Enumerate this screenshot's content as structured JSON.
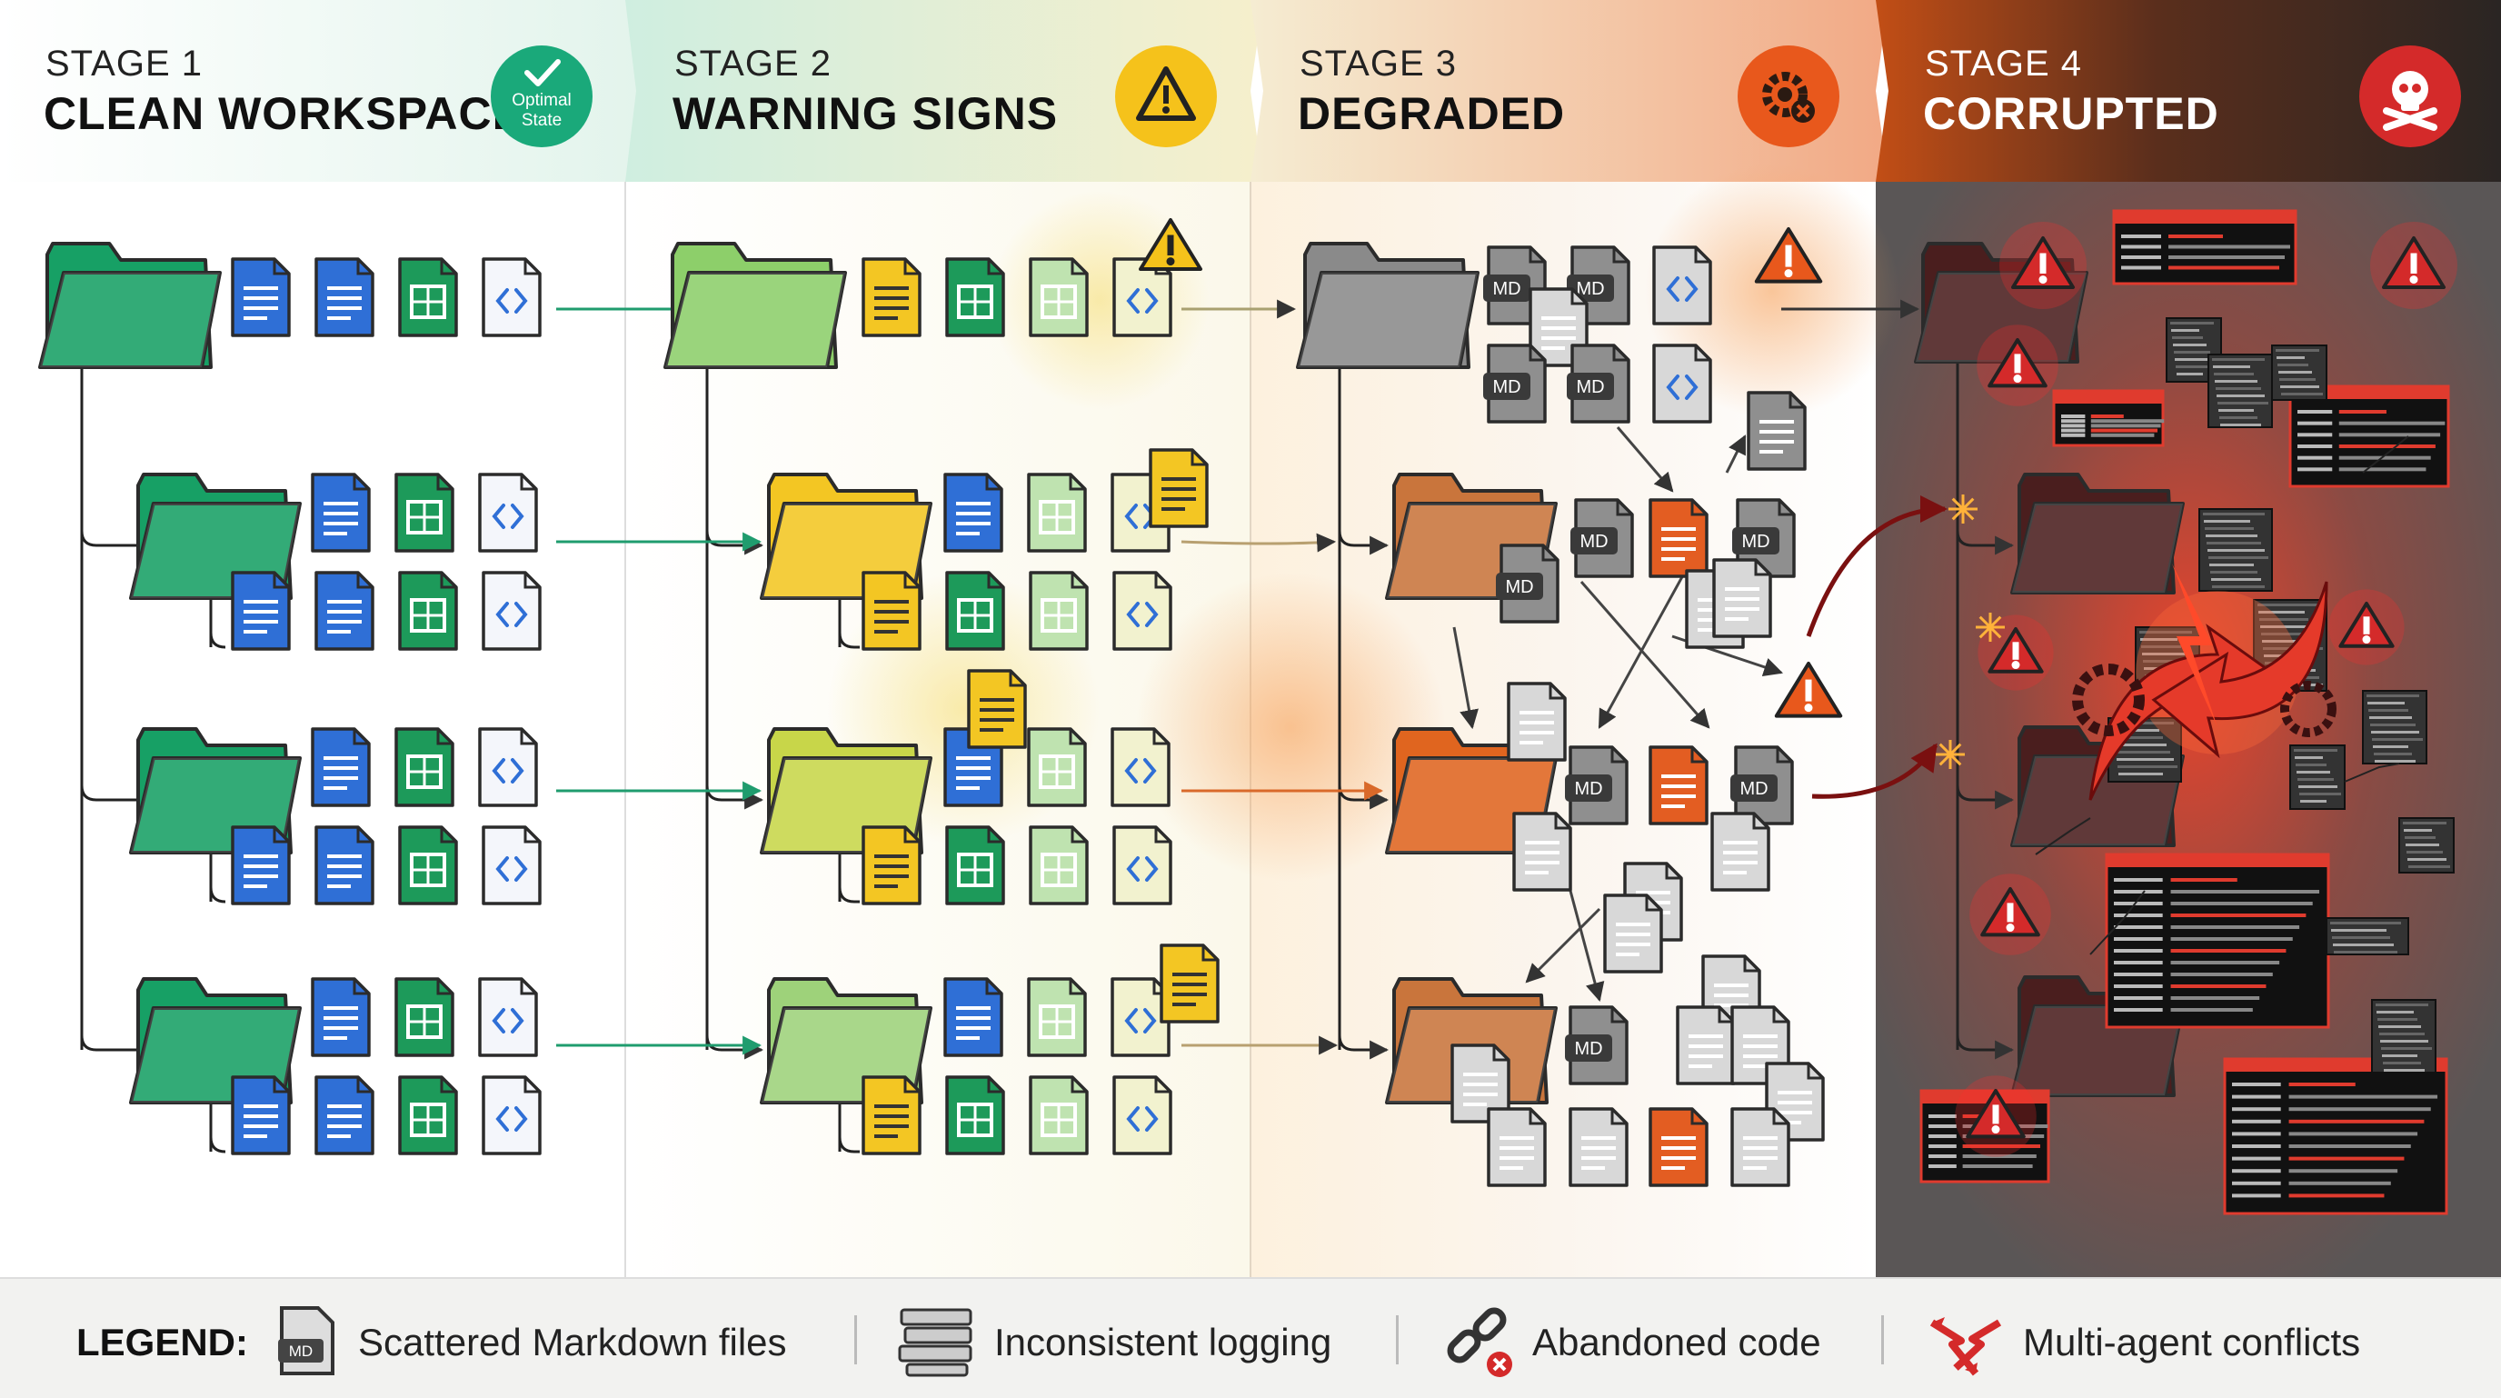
{
  "stages": [
    {
      "number": "STAGE 1",
      "title": "CLEAN WORKSPACE",
      "badge_icon": "check-icon",
      "badge_text": [
        "Optimal",
        "State"
      ],
      "badge_color": "#1aa97a",
      "header_gradient": [
        "#ffffff",
        "#e8f5ef"
      ]
    },
    {
      "number": "STAGE 2",
      "title": "WARNING SIGNS",
      "badge_icon": "warning-icon",
      "badge_color": "#f5c21b",
      "header_gradient": [
        "#d9f1e6",
        "#f7f1cf"
      ]
    },
    {
      "number": "STAGE 3",
      "title": "DEGRADED",
      "badge_icon": "broken-gear-icon",
      "badge_color": "#e8581c",
      "header_gradient": [
        "#f6ead0",
        "#f4b08b"
      ]
    },
    {
      "number": "STAGE 4",
      "title": "CORRUPTED",
      "badge_icon": "skull-crossbones-icon",
      "badge_color": "#d42a2a",
      "header_gradient": [
        "#c4531a",
        "#2a2523"
      ]
    }
  ],
  "file_tags": {
    "markdown": "MD"
  },
  "legend": {
    "title": "LEGEND:",
    "items": [
      {
        "icon": "markdown-file-icon",
        "label": "Scattered Markdown files"
      },
      {
        "icon": "stacked-logs-icon",
        "label": "Inconsistent logging"
      },
      {
        "icon": "broken-link-icon",
        "label": "Abandoned code"
      },
      {
        "icon": "conflict-arrows-icon",
        "label": "Multi-agent conflicts"
      }
    ]
  },
  "colors": {
    "folder_clean": "#17a065",
    "doc_blue": "#2f6fd6",
    "sheet_green": "#1d9a5a",
    "doc_yellow": "#f3c623",
    "folder_degraded": "#e06a2c",
    "warning_red": "#d42a2a"
  }
}
